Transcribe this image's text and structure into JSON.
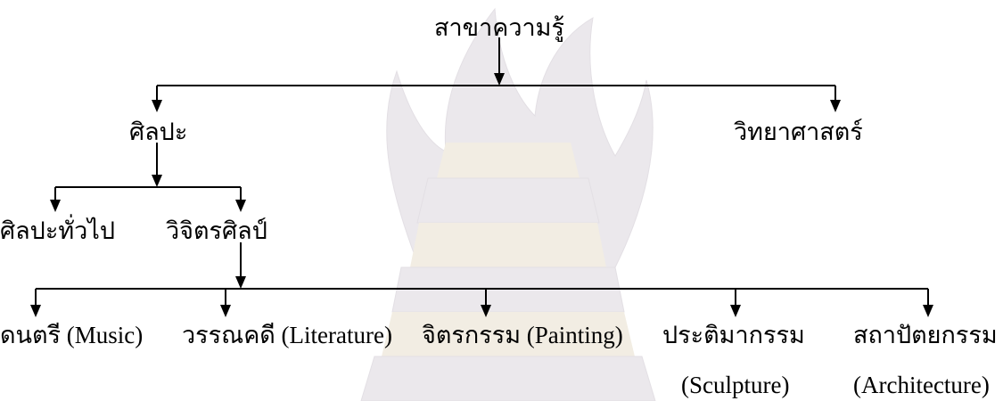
{
  "diagram": {
    "root": "สาขาความรู้",
    "level1": {
      "left": "ศิลปะ",
      "right": "วิทยาศาสตร์"
    },
    "level2": {
      "left": "ศิลปะทั่วไป",
      "right": "วิจิตรศิลป์"
    },
    "level3": [
      {
        "line1": "ดนตรี (Music)",
        "line2": ""
      },
      {
        "line1": "วรรณคดี (Literature)",
        "line2": ""
      },
      {
        "line1": "จิตรกรรม (Painting)",
        "line2": ""
      },
      {
        "line1": "ประติมากรรม",
        "line2": "(Sculpture)"
      },
      {
        "line1": "สถาปัตยกรรม",
        "line2": "(Architecture)"
      }
    ]
  },
  "colors": {
    "text": "#000000",
    "lines": "#000000",
    "watermark": "#e9e6ea"
  },
  "watermark_icon": "university-emblem-watermark"
}
